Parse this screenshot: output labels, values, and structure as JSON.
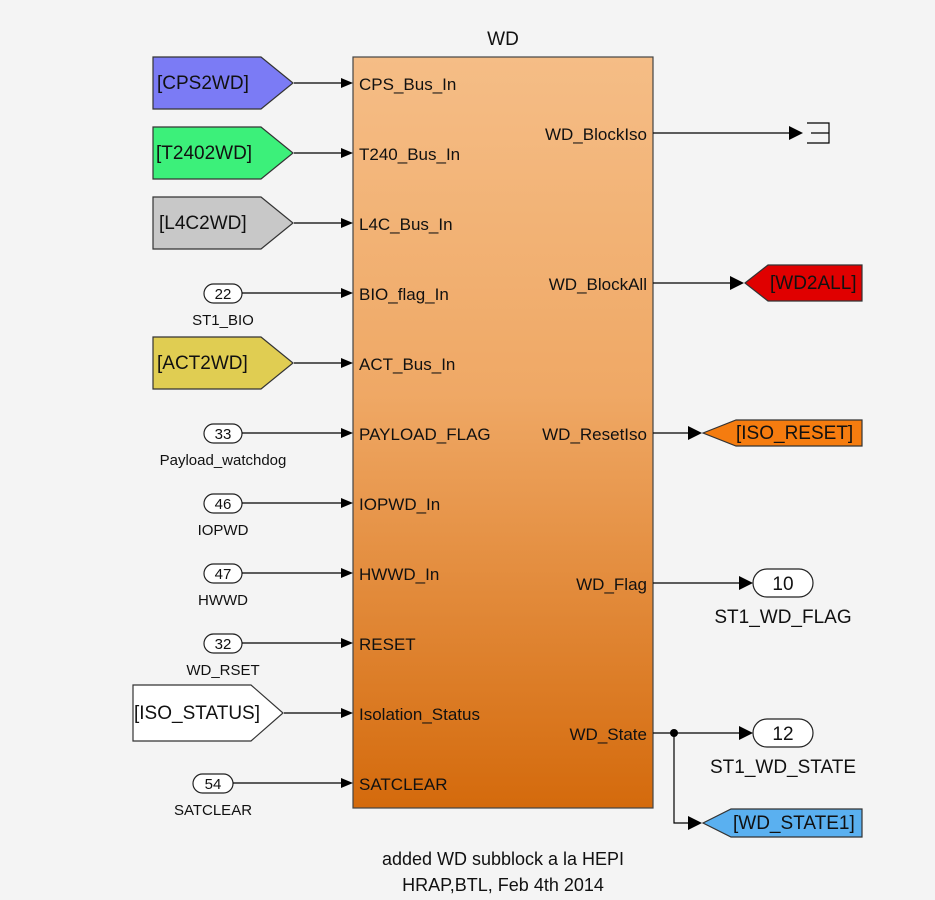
{
  "block": {
    "title": "WD",
    "inputs": [
      "CPS_Bus_In",
      "T240_Bus_In",
      "L4C_Bus_In",
      "BIO_flag_In",
      "ACT_Bus_In",
      "PAYLOAD_FLAG",
      "IOPWD_In",
      "HWWD_In",
      "RESET",
      "Isolation_Status",
      "SATCLEAR"
    ],
    "outputs": [
      "WD_BlockIso",
      "WD_BlockAll",
      "WD_ResetIso",
      "WD_Flag",
      "WD_State"
    ],
    "colors": {
      "top": "#f5bd86",
      "bottom": "#d46a0c",
      "border": "#444444"
    }
  },
  "goto_from_tags": [
    {
      "text": "[CPS2WD]",
      "color": "#7b7bf5"
    },
    {
      "text": "[T2402WD]",
      "color": "#3cf07a"
    },
    {
      "text": "[L4C2WD]",
      "color": "#c8c8c8"
    },
    {
      "text": "[ACT2WD]",
      "color": "#e0cd52"
    },
    {
      "text": "[ISO_STATUS]",
      "color": "#ffffff"
    }
  ],
  "input_ports": [
    {
      "num": "22",
      "name": "ST1_BIO"
    },
    {
      "num": "33",
      "name": "Payload_watchdog"
    },
    {
      "num": "46",
      "name": "IOPWD"
    },
    {
      "num": "47",
      "name": "HWWD"
    },
    {
      "num": "32",
      "name": "WD_RSET"
    },
    {
      "num": "54",
      "name": "SATCLEAR"
    }
  ],
  "output_gotos": [
    {
      "text": "[WD2ALL]",
      "color": "#e00000"
    },
    {
      "text": "[ISO_RESET]",
      "color": "#f57c0f"
    },
    {
      "text": "[WD_STATE1]",
      "color": "#5ab0f0"
    }
  ],
  "output_ports": [
    {
      "num": "10",
      "name": "ST1_WD_FLAG"
    },
    {
      "num": "12",
      "name": "ST1_WD_STATE"
    }
  ],
  "note": [
    "added WD subblock a la HEPI",
    "HRAP,BTL, Feb 4th 2014"
  ]
}
